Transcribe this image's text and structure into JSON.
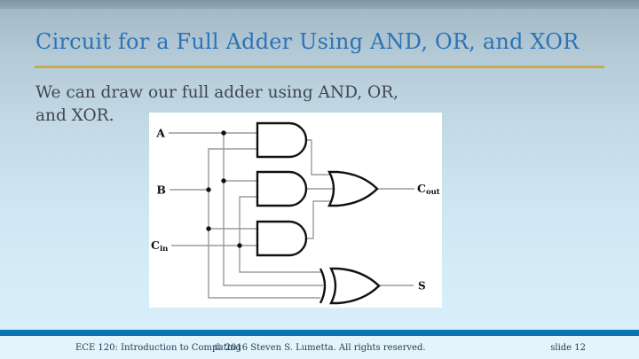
{
  "slide": {
    "title": "Circuit for a Full Adder Using AND, OR, and XOR",
    "body": {
      "lines": [
        "We can draw our full adder using AND, OR,",
        "and XOR."
      ]
    }
  },
  "diagram": {
    "description": "Full adder logic circuit",
    "inputs": [
      "A",
      "B",
      "Cin"
    ],
    "outputs": [
      "Cout",
      "S"
    ],
    "gates": [
      {
        "id": "and1",
        "type": "AND",
        "inputs": [
          "A",
          "B"
        ]
      },
      {
        "id": "and2",
        "type": "AND",
        "inputs": [
          "A",
          "Cin"
        ]
      },
      {
        "id": "and3",
        "type": "AND",
        "inputs": [
          "B",
          "Cin"
        ]
      },
      {
        "id": "or1",
        "type": "OR",
        "inputs": [
          "and1",
          "and2",
          "and3"
        ],
        "output": "Cout"
      },
      {
        "id": "xor1",
        "type": "XOR",
        "inputs": [
          "Cin",
          "A",
          "B"
        ],
        "output": "S"
      }
    ],
    "labels": {
      "a": "A",
      "b": "B",
      "cin_base": "C",
      "cin_sub": "in",
      "cout_base": "C",
      "cout_sub": "out",
      "s": "S"
    }
  },
  "footer": {
    "course": "ECE 120: Introduction to Computing",
    "copyright": "© 2016 Steven S. Lumetta.  All rights reserved.",
    "slide_number": "slide 12"
  },
  "colors": {
    "title_blue": "#2d73b5",
    "rule_gold": "#c8a851",
    "footer_bar_blue": "#0d74b2",
    "footer_bg": "#e4f4fc",
    "body_text": "#40474e",
    "wire_gray": "#9b9b9b"
  }
}
